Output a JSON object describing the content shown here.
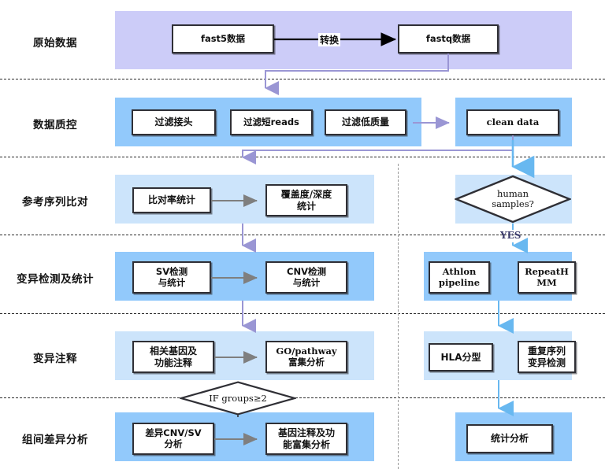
{
  "title": "Nanopore sequencing bioinformatics analysis pipeline flowchart",
  "colors": {
    "band_raw": "#ccccf8",
    "band_blue_strong": "#92c9fb",
    "band_blue_light": "#cce4fb",
    "box_border": "#2f2f35",
    "box_fill": "#ffffff",
    "arrow_purple": "#9a96d4",
    "arrow_gray": "#7f7f7f",
    "arrow_black": "#000000",
    "arrow_blue": "#68b8f0",
    "divider_dash": "#2b2b2b",
    "vdivider_dash": "#9a9a9a",
    "yes_label": "#3b3b6b"
  },
  "rows": [
    {
      "id": "raw-data",
      "label": "原始数据"
    },
    {
      "id": "data-qc",
      "label": "数据质控"
    },
    {
      "id": "reference-align",
      "label": "参考序列比对"
    },
    {
      "id": "variant-detect",
      "label": "变异检测及统计"
    },
    {
      "id": "variant-annot",
      "label": "变异注释"
    },
    {
      "id": "group-diff",
      "label": "组间差异分析"
    }
  ],
  "nodes": {
    "fast5": "fast5数据",
    "fastq": "fastq数据",
    "filter_adapter": "过滤接头",
    "filter_short": "过滤短reads",
    "filter_lowq": "过滤低质量",
    "clean_data": "clean data",
    "align_rate": "比对率统计",
    "coverage_depth_l1": "覆盖度/深度",
    "coverage_depth_l2": "统计",
    "human_samples_l1": "human",
    "human_samples_l2": "samples?",
    "sv_detect_l1": "SV检测",
    "sv_detect_l2": "与统计",
    "cnv_detect_l1": "CNV检测",
    "cnv_detect_l2": "与统计",
    "athlon_l1": "Athlon",
    "athlon_l2": "pipeline",
    "repeathmm_l1": "RepeatH",
    "repeathmm_l2": "MM",
    "gene_annot_l1": "相关基因及",
    "gene_annot_l2": "功能注释",
    "go_pathway_l1": "GO/pathway",
    "go_pathway_l2": "富集分析",
    "hla_typing": "HLA分型",
    "repeat_variant_l1": "重复序列",
    "repeat_variant_l2": "变异检测",
    "if_groups": "IF groups≥2",
    "diff_cnvsv_l1": "差异CNV/SV",
    "diff_cnvsv_l2": "分析",
    "gene_annot_enrich_l1": "基因注释及功",
    "gene_annot_enrich_l2": "能富集分析",
    "stat_analysis": "统计分析"
  },
  "edge_labels": {
    "convert": "转换",
    "yes": "YES"
  }
}
